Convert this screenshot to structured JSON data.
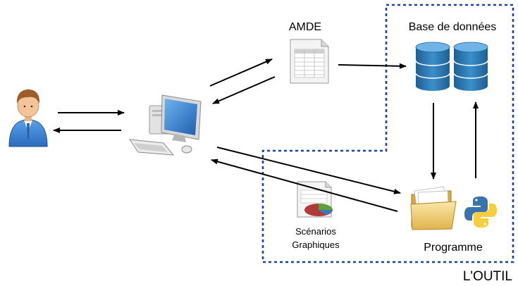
{
  "labels": {
    "amde": "AMDE",
    "database": "Base de données",
    "scenarios_line1": "Scénarios",
    "scenarios_line2": "Graphiques",
    "programme": "Programme",
    "outil": "L'OUTIL"
  },
  "icons": {
    "user": "user-icon",
    "computer": "computer-icon",
    "amde_document": "spreadsheet-document-icon",
    "database": "database-icon",
    "scenarios": "chart-document-icon",
    "programme": "folder-icon",
    "python": "python-icon"
  },
  "colors": {
    "boundary": "#1a3fa8",
    "database_blue": "#2f7fb8",
    "user_shirt": "#3f86d9",
    "folder": "#f2d27a",
    "python_blue": "#3a74ab",
    "python_yellow": "#f7ce3e"
  }
}
